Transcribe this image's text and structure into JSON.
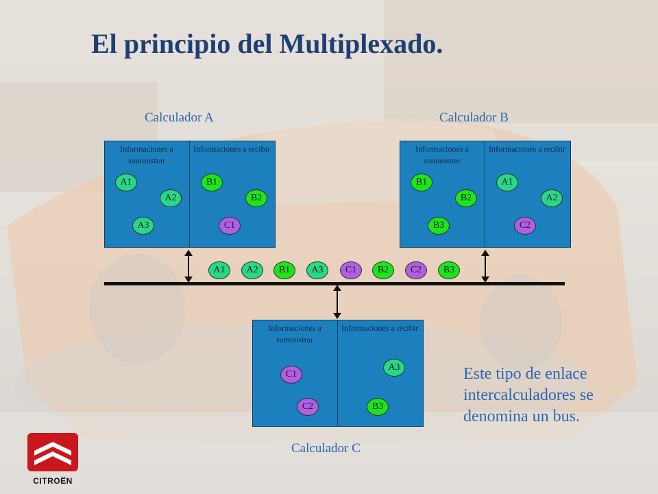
{
  "title": "El principio del Multiplexado.",
  "colors": {
    "panel": "#1c80be",
    "title": "#1e3f73",
    "label": "#2a67b1",
    "group_a": "#2ad68a",
    "group_b": "#1ee31e",
    "group_c": "#b35de6"
  },
  "calculators": {
    "a": {
      "label": "Calculador A",
      "send_header": "Informaciones a suministrar",
      "receive_header": "Informaciones a recibir",
      "send": [
        "A1",
        "A2",
        "A3"
      ],
      "receive": [
        "B1",
        "B2",
        "C1"
      ]
    },
    "b": {
      "label": "Calculador B",
      "send_header": "Informaciones a suministrar",
      "receive_header": "Informaciones a recibir",
      "send": [
        "B1",
        "B2",
        "B3"
      ],
      "receive": [
        "A1",
        "A2",
        "C2"
      ]
    },
    "c": {
      "label": "Calculador C",
      "send_header": "Informaciones a suministrar",
      "receive_header": "Informaciones a recibir",
      "send": [
        "C1",
        "C2"
      ],
      "receive": [
        "A3",
        "B3"
      ]
    }
  },
  "bus": {
    "messages": [
      "A1",
      "A2",
      "B1",
      "A3",
      "C1",
      "B2",
      "C2",
      "B3"
    ]
  },
  "note": "Este tipo de enlace intercalculadores se denomina un bus.",
  "logo": {
    "text": "CITROËN",
    "icon": "citroen-chevrons-icon"
  }
}
